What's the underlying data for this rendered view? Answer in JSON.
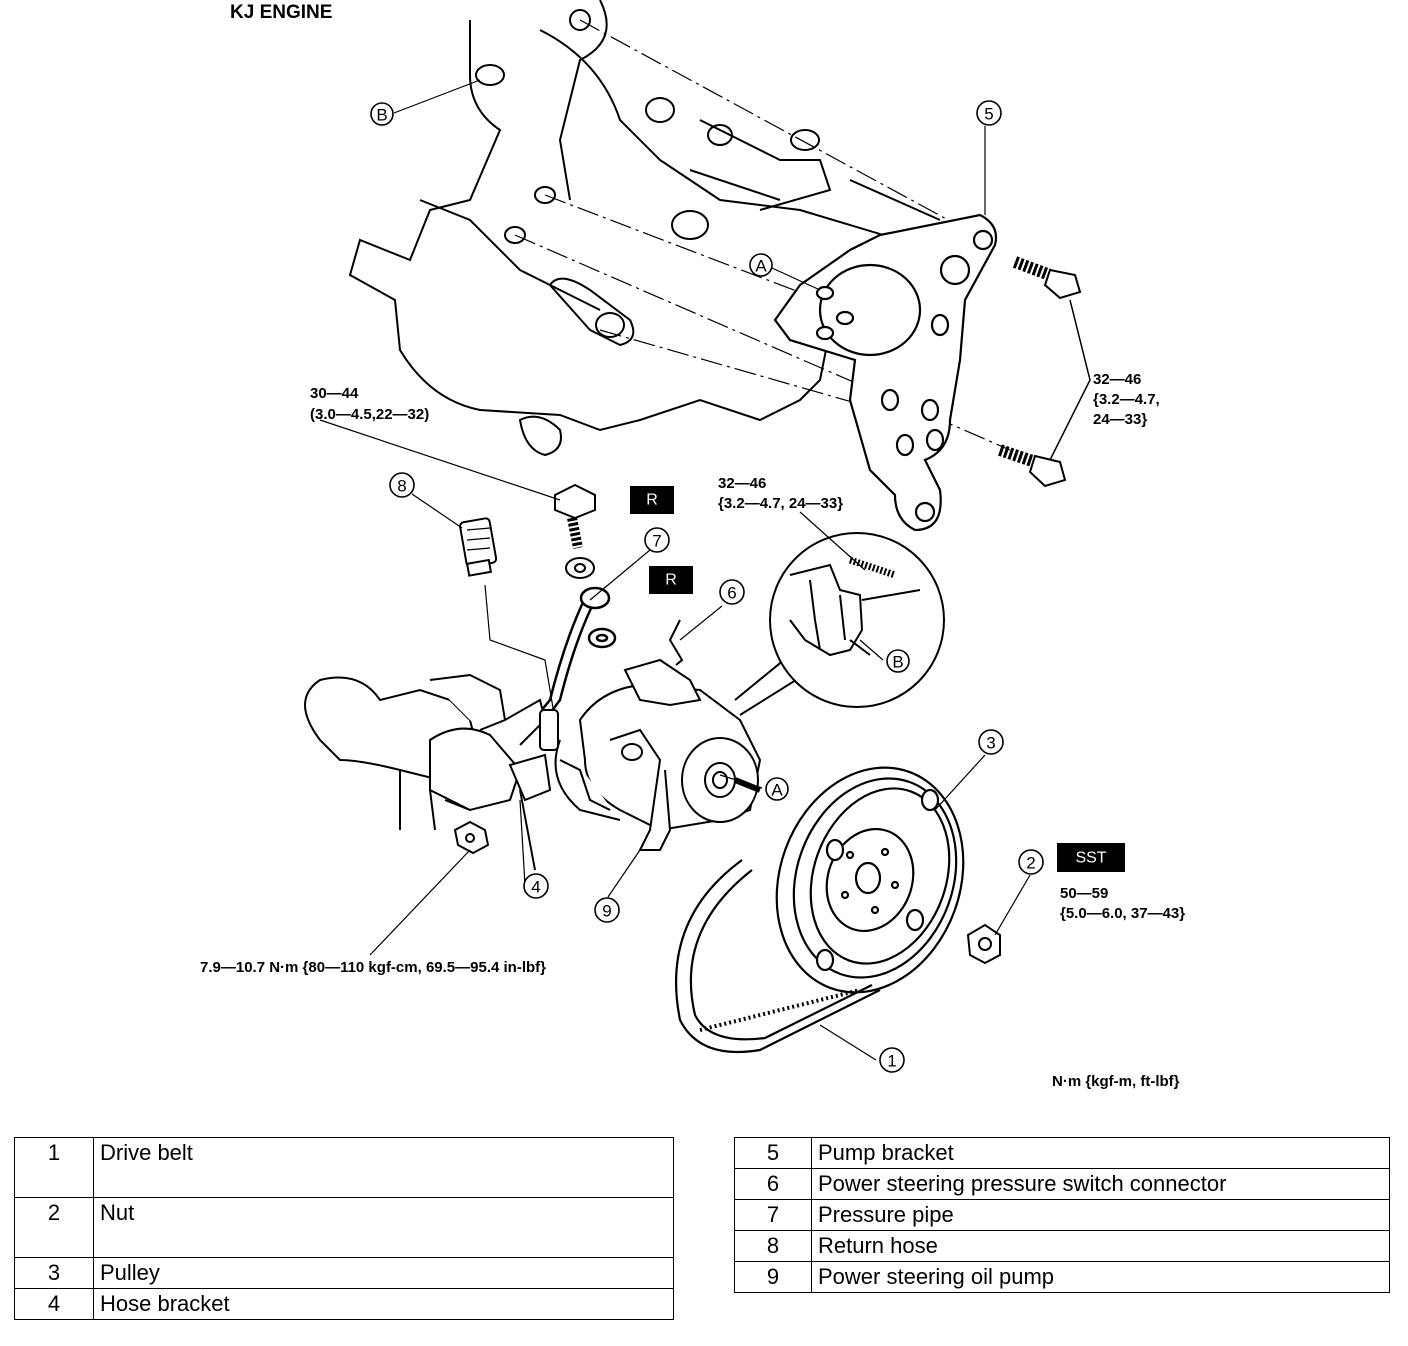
{
  "title": "KJ ENGINE",
  "callouts": {
    "c1": "1",
    "c2": "2",
    "c3": "3",
    "c4": "4",
    "c5": "5",
    "c6": "6",
    "c7": "7",
    "c8": "8",
    "c9": "9",
    "cA1": "A",
    "cA2": "A",
    "cB1": "B",
    "cB2": "B"
  },
  "tags": {
    "r1": "R",
    "r2": "R",
    "sst": "SST"
  },
  "torque": {
    "bolt8": [
      "30—44",
      "(3.0—4.5,22—32)"
    ],
    "bracket5": [
      "32—46",
      "{3.2—4.7,",
      "24—33}"
    ],
    "switch": [
      "32—46",
      "{3.2—4.7, 24—33}"
    ],
    "nut2": [
      "50—59",
      "{5.0—6.0, 37—43}"
    ],
    "hose_nut": "7.9—10.7 N·m {80—110 kgf-cm, 69.5—95.4 in-lbf}",
    "units": "N·m {kgf-m, ft-lbf}"
  },
  "legend_left": [
    {
      "num": "1",
      "label": "Drive belt"
    },
    {
      "num": "2",
      "label": "Nut"
    },
    {
      "num": "3",
      "label": "Pulley"
    },
    {
      "num": "4",
      "label": "Hose bracket"
    }
  ],
  "legend_right": [
    {
      "num": "5",
      "label": "Pump bracket"
    },
    {
      "num": "6",
      "label": "Power steering pressure switch connector"
    },
    {
      "num": "7",
      "label": "Pressure pipe"
    },
    {
      "num": "8",
      "label": "Return hose"
    },
    {
      "num": "9",
      "label": "Power steering oil pump"
    }
  ]
}
